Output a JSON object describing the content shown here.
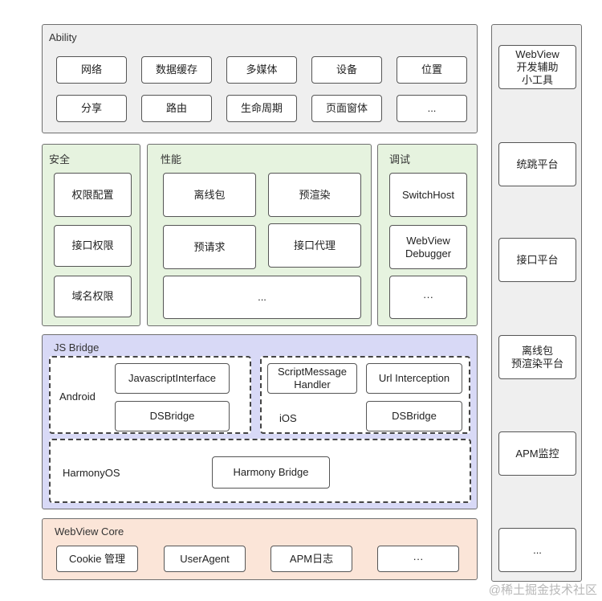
{
  "ability": {
    "title": "Ability",
    "items": [
      "网络",
      "数据缓存",
      "多媒体",
      "设备",
      "位置",
      "分享",
      "路由",
      "生命周期",
      "页面窗体",
      "..."
    ]
  },
  "security": {
    "title": "安全",
    "items": [
      "权限配置",
      "接口权限",
      "域名权限"
    ]
  },
  "performance": {
    "title": "性能",
    "items": [
      "离线包",
      "预渲染",
      "预请求",
      "接口代理",
      "..."
    ]
  },
  "debug": {
    "title": "调试",
    "items": [
      "SwitchHost",
      "WebView\nDebugger",
      "···"
    ]
  },
  "jsbridge": {
    "title": "JS Bridge",
    "android": {
      "label": "Android",
      "items": [
        "JavascriptInterface",
        "DSBridge"
      ]
    },
    "ios": {
      "label": "iOS",
      "items": [
        "ScriptMessage\nHandler",
        "Url Interception",
        "DSBridge"
      ]
    },
    "harmony": {
      "label": "HarmonyOS",
      "item": "Harmony Bridge"
    }
  },
  "core": {
    "title": "WebView Core",
    "items": [
      "Cookie 管理",
      "UserAgent",
      "APM日志",
      "···"
    ]
  },
  "tools": {
    "items": [
      "WebView\n开发辅助\n小工具",
      "统跳平台",
      "接口平台",
      "离线包\n预渲染平台",
      "APM监控",
      "..."
    ]
  },
  "watermark": "@稀土掘金技术社区",
  "colors": {
    "ability_bg": "#efefef",
    "green_bg": "#e6f3df",
    "bridge_bg": "#d8d9f6",
    "core_bg": "#fbe5d8",
    "tools_bg": "#efefef"
  }
}
